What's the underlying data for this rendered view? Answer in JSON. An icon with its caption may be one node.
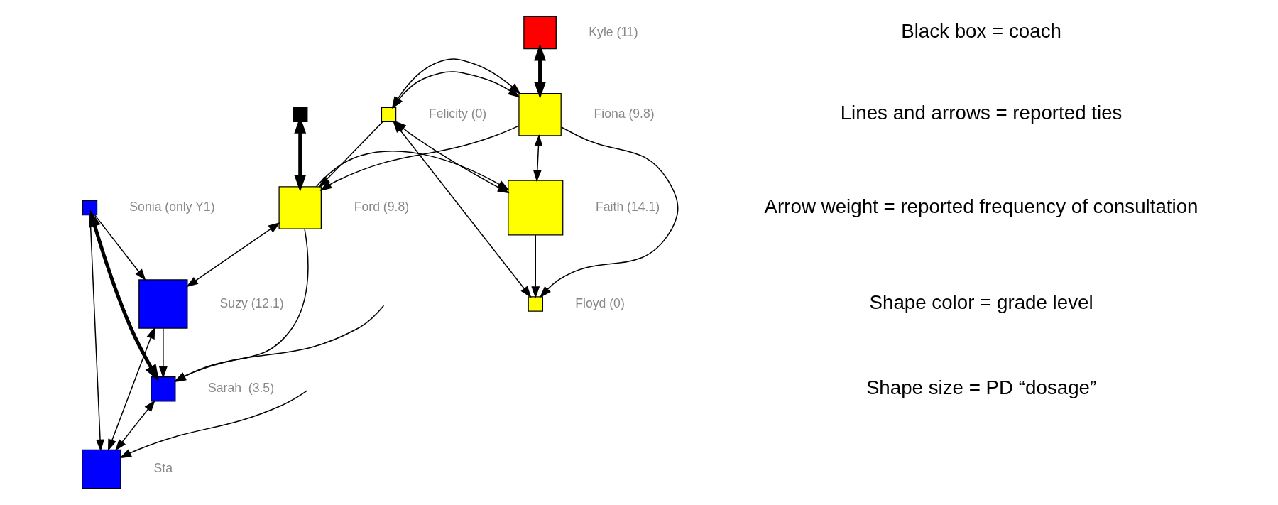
{
  "diagram": {
    "nodes": [
      {
        "text": [],
        "shape": "box"
      },
      {
        "text": [],
        "shape": "box",
        "beside": [
          "Sonia (only Y1)"
        ]
      },
      {
        "text": [],
        "shape": "box",
        "beside": [
          "Suzy (12.1)"
        ]
      },
      {
        "text": [],
        "shape": "box",
        "beside": [
          "Sta"
        ]
      },
      {
        "text": [],
        "shape": "box",
        "beside": [
          "Faith (14.1)"
        ]
      },
      {
        "text": [],
        "shape": "box",
        "beside": [
          "Floyd (0)"
        ]
      },
      {
        "text": [],
        "shape": "box",
        "beside": [
          "Fiona (9.8)"
        ]
      },
      {
        "text": [],
        "shape": "box",
        "beside": [
          "Ford (9.8)"
        ]
      },
      {
        "text": [],
        "shape": "box",
        "beside": [
          "Sarah  (3.5)"
        ]
      },
      {
        "text": [],
        "shape": "box",
        "beside": [
          "Felicity (0)"
        ]
      },
      {
        "text": [],
        "shape": "box",
        "beside": [
          "Kyle (11)"
        ]
      }
    ],
    "edges": [
      {
        "from": 0,
        "to": 7,
        "arrow": "both",
        "style": "thick"
      },
      {
        "from": 4,
        "to": 5,
        "arrow": "to"
      },
      {
        "from": 4,
        "to": 6,
        "arrow": "both"
      },
      {
        "from": 9,
        "to": 4,
        "arrow": "both"
      },
      {
        "from": 7,
        "to": 4,
        "arrow": "to"
      },
      {
        "from": 6,
        "to": 5,
        "arrow": "to"
      },
      {
        "from": 9,
        "to": 5,
        "arrow": "both"
      },
      {
        "from": 6,
        "to": 7,
        "arrow": "to"
      },
      {
        "from": 10,
        "to": 6,
        "arrow": "both",
        "style": "thick"
      },
      {
        "from": 6,
        "to": 9,
        "arrow": "both"
      },
      {
        "from": 9,
        "to": 7,
        "arrow": "to"
      },
      {
        "from": 7,
        "to": 2,
        "arrow": "both"
      },
      {
        "from": 7,
        "to": 8,
        "arrow": "to"
      },
      {
        "from": 1,
        "to": 2,
        "arrow": "to"
      },
      {
        "from": 1,
        "to": 8,
        "arrow": "both",
        "style": "thick"
      },
      {
        "from": 1,
        "to": 3,
        "arrow": "to"
      },
      {
        "from": 2,
        "to": 3,
        "arrow": "both"
      },
      {
        "from": 2,
        "to": 8,
        "arrow": "to"
      },
      {
        "from": 8,
        "to": 3,
        "arrow": "both"
      },
      {
        "from": null,
        "to": 8,
        "arrow": "to"
      },
      {
        "from": null,
        "to": 3,
        "arrow": "to"
      }
    ],
    "labels": [
      "Black box = coach",
      "Lines and arrows = reported ties",
      "Arrow weight = reported frequency of consultation",
      "Shape color = grade level",
      "Shape size = PD “dosage”"
    ]
  }
}
